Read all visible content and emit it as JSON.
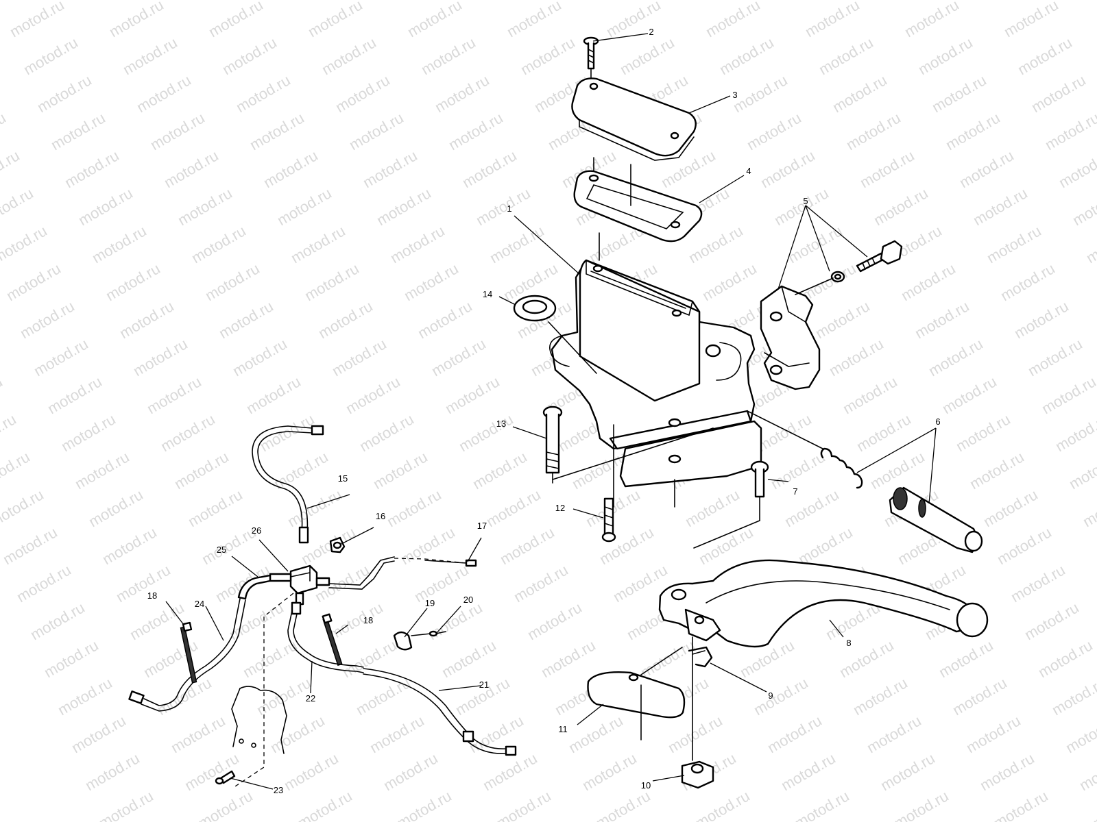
{
  "watermark": "motod.ru",
  "labels": {
    "p1": "1",
    "p2": "2",
    "p3": "3",
    "p4": "4",
    "p5": "5",
    "p6": "6",
    "p7": "7",
    "p8": "8",
    "p9": "9",
    "p10": "10",
    "p11": "11",
    "p12": "12",
    "p13": "13",
    "p14": "14",
    "p15": "15",
    "p16": "16",
    "p17": "17",
    "p18a": "18",
    "p18b": "18",
    "p19": "19",
    "p20": "20",
    "p21": "21",
    "p22": "22",
    "p23": "23",
    "p24": "24",
    "p25": "25",
    "p26": "26"
  }
}
